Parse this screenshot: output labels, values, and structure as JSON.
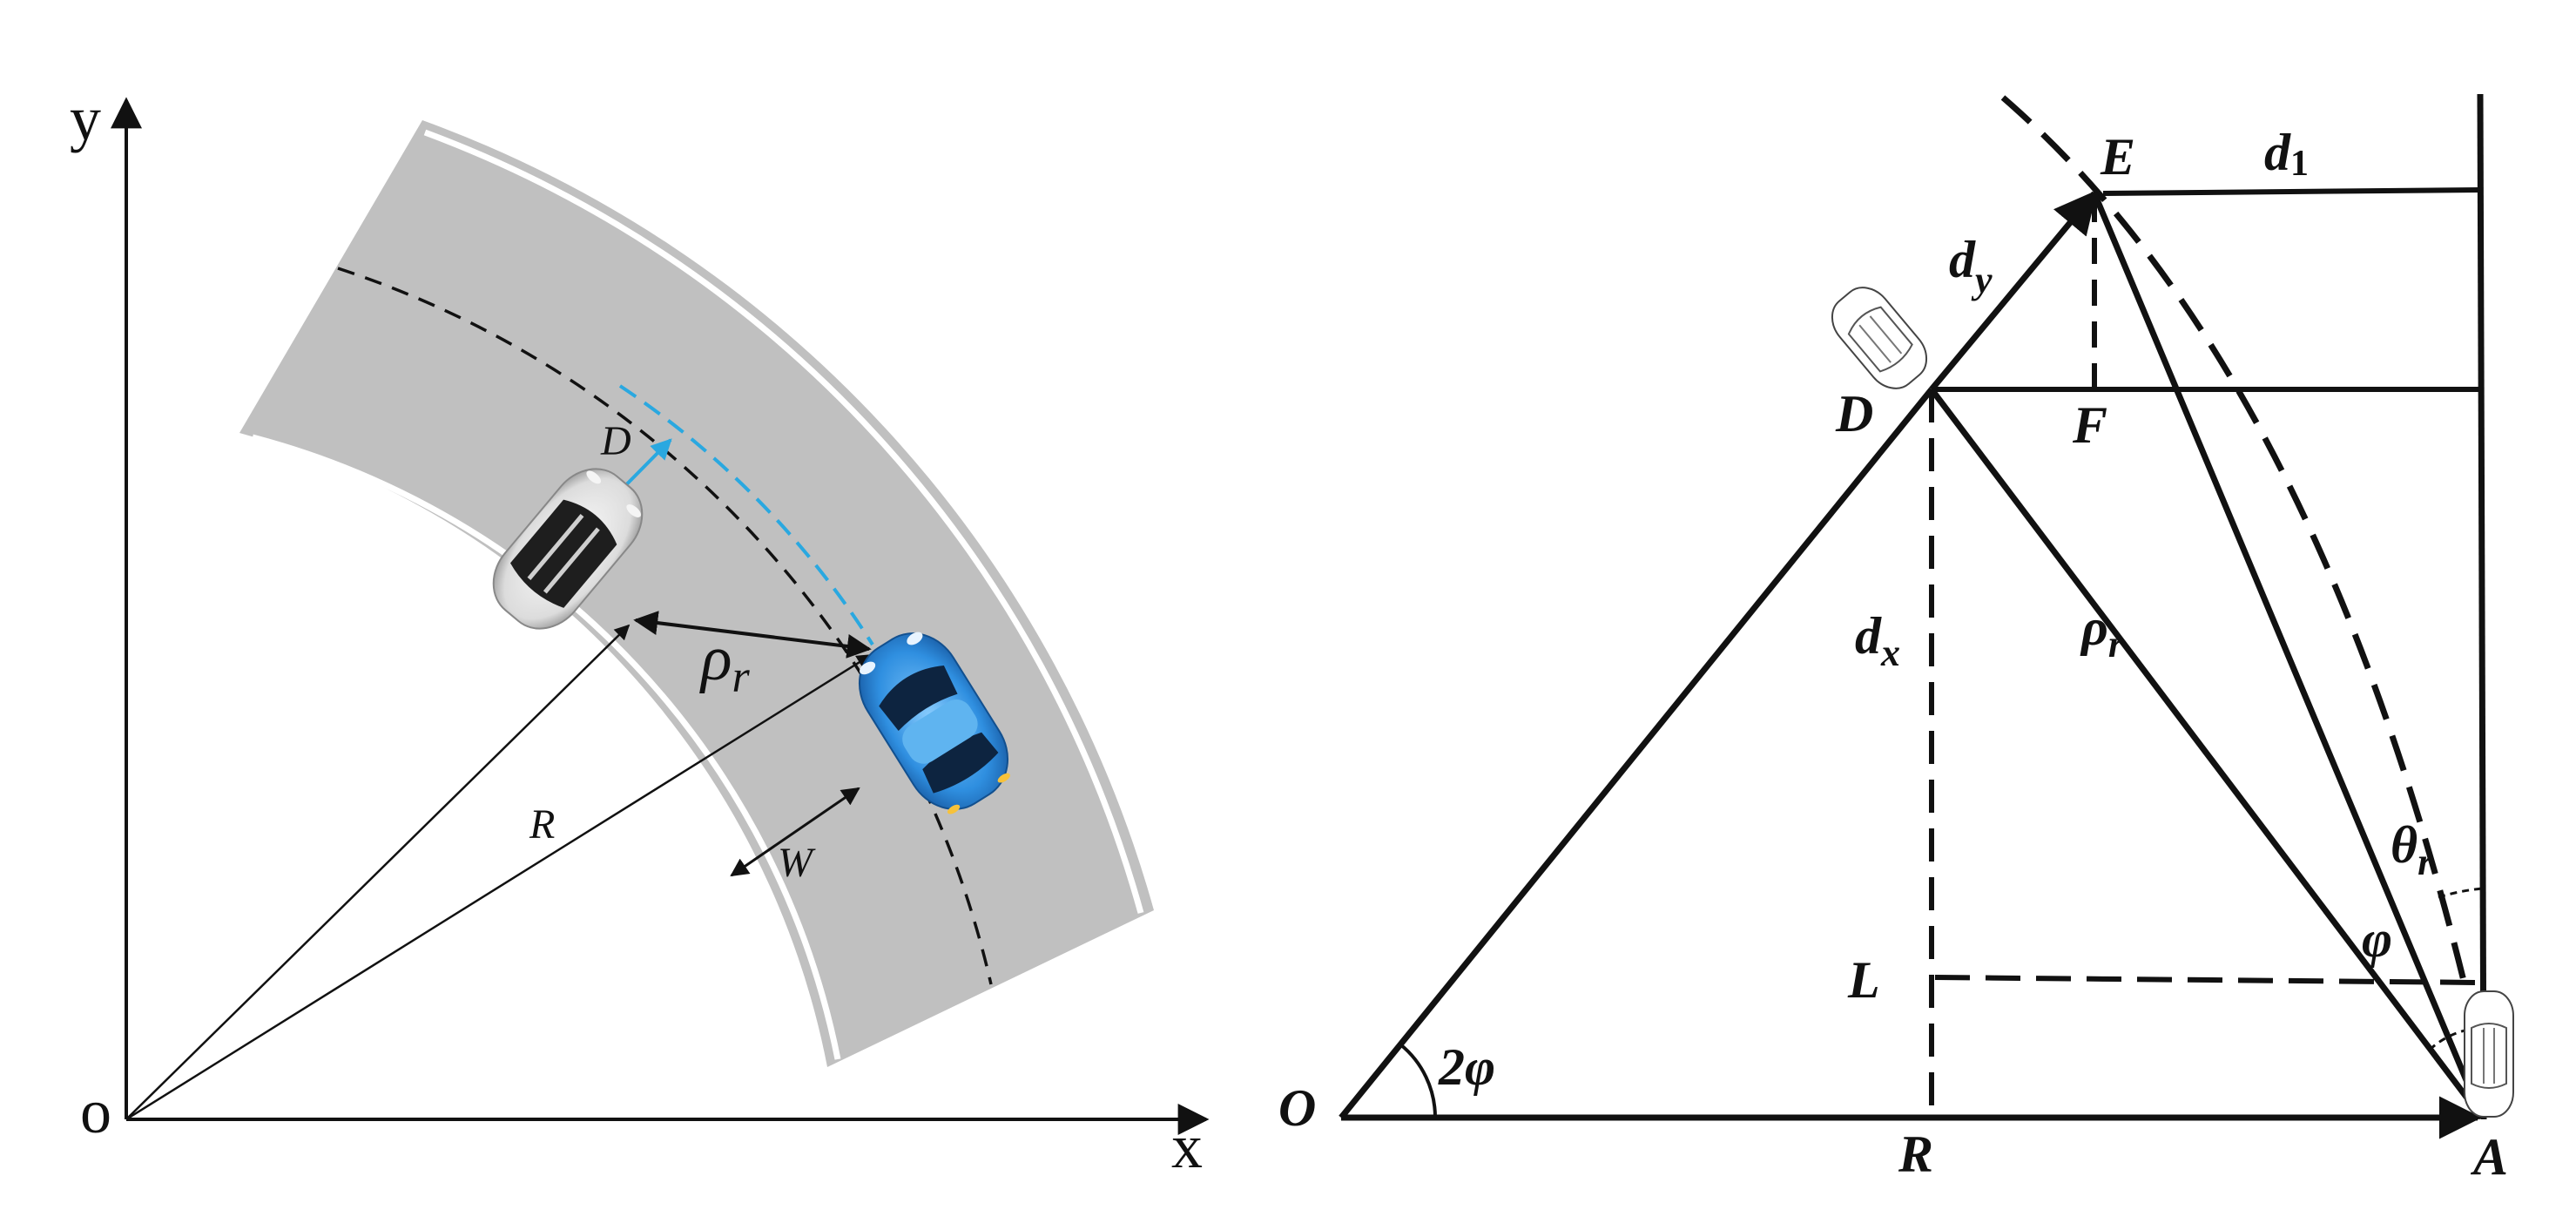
{
  "left_panel": {
    "axis_y": "y",
    "axis_x": "x",
    "origin": "o",
    "label_D": "D",
    "label_rho": "ρ",
    "label_rho_sub": "r",
    "label_R": "R",
    "label_W": "W"
  },
  "right_panel": {
    "E": "E",
    "d1_main": "d",
    "d1_sub": "1",
    "dy_main": "d",
    "dy_sub": "y",
    "D": "D",
    "F": "F",
    "dx_main": "d",
    "dx_sub": "x",
    "rho_main": "ρ",
    "rho_sub": "r",
    "theta_main": "θ",
    "theta_sub": "r",
    "phi": "φ",
    "L": "L",
    "O": "O",
    "angle_2phi": "2φ",
    "R": "R",
    "A": "A"
  },
  "colors": {
    "road": "#c0c0c0",
    "road_edge": "#ffffff",
    "blue_car": "#2f8fe0",
    "blue_trail": "#2aa8e0",
    "white_car": "#e8e8e8",
    "ink": "#111111"
  }
}
